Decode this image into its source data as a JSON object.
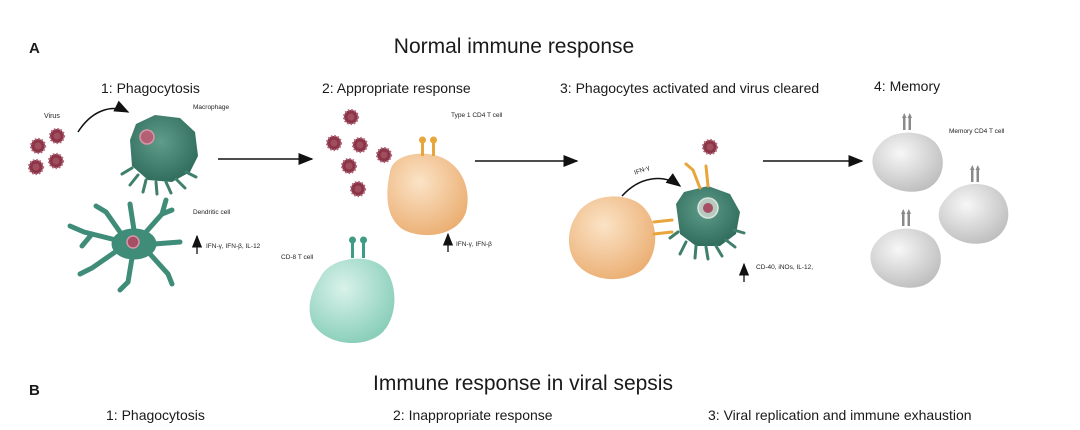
{
  "panel_a": {
    "letter": "A",
    "title": "Normal immune response",
    "steps": [
      "1: Phagocytosis",
      "2: Appropriate response",
      "3: Phagocytes activated and virus cleared",
      "4: Memory"
    ],
    "labels": {
      "virus": "Virus",
      "macrophage": "Macrophage",
      "dendritic_cell": "Dendritic cell",
      "dendritic_cytokines": "IFN-γ, IFN-β, IL-12",
      "type1_cd4": "Type 1 CD4 T cell",
      "type1_cytokines": "IFN-γ, IFN-β",
      "cd8": "CD-8 T cell",
      "ifn_gamma": "IFN-γ",
      "activation_markers": "CD-40, iNOs, IL-12,",
      "memory_cd4": "Memory  CD4 T cell"
    }
  },
  "panel_b": {
    "letter": "B",
    "title": "Immune response in viral sepsis",
    "steps": [
      "1: Phagocytosis",
      "2: Inappropriate response",
      "3: Viral replication and immune exhaustion"
    ]
  },
  "colors": {
    "virus": "#8a3446",
    "macrophage": "#3f7f6c",
    "cd4": "#f1c08e",
    "cd8": "#a9dccd",
    "memory": "#d7d7d7",
    "receptor": "#e8a53c"
  }
}
